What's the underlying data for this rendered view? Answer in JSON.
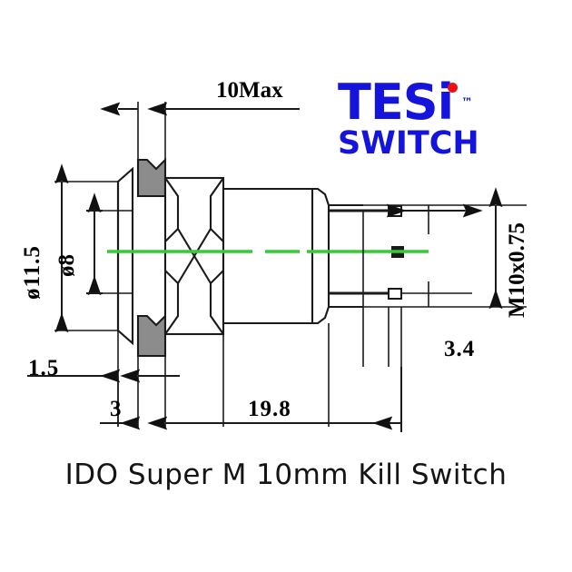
{
  "brand": {
    "logo_line1": "TESi",
    "logo_line2": "SWITCH",
    "trademark": "™",
    "logo_color": "#1414dc",
    "dot_color": "#ee1111"
  },
  "caption": {
    "text": "IDO Super M 10mm Kill Switch"
  },
  "dimensions": {
    "top_length": "10Max",
    "left_outer_diameter": "ø11.5",
    "left_inner_diameter": "ø8",
    "right_thread": "M10x0.75",
    "bottom_left_small": "1.5",
    "bottom_thread_length": "3",
    "bottom_total_length": "19.8",
    "bottom_right_terminal": "3.4"
  },
  "drawing": {
    "centerline_color": "#33cc33",
    "line_color": "#1a1a1a",
    "hatch_fill": "#8c8c8c",
    "parts": [
      "hex-nut",
      "mounting-flange",
      "switch-barrel",
      "terminal-pin-top",
      "terminal-pin-middle",
      "terminal-pin-bottom"
    ]
  }
}
